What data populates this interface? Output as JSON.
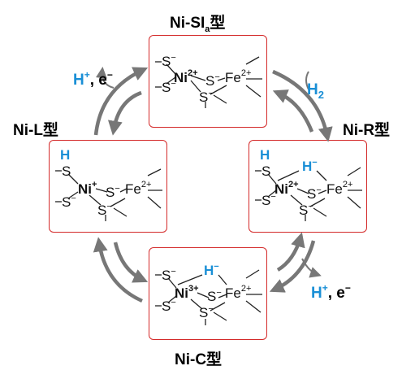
{
  "states": {
    "top": {
      "label": "Ni-SIa型",
      "label_main": "Ni-SI",
      "label_sub": "a",
      "label_end": "型",
      "ni": "Ni",
      "ni_charge": "2+",
      "fe": "Fe",
      "fe_charge": "2+"
    },
    "right": {
      "label": "Ni-R型",
      "h_top": "H",
      "hydride": "H",
      "hydride_charge": "−",
      "ni": "Ni",
      "ni_charge": "2+",
      "fe": "Fe",
      "fe_charge": "2+"
    },
    "bottom": {
      "label": "Ni-C型",
      "hydride": "H",
      "hydride_charge": "−",
      "ni": "Ni",
      "ni_charge": "3+",
      "fe": "Fe",
      "fe_charge": "2+"
    },
    "left": {
      "label": "Ni-L型",
      "h_top": "H",
      "ni": "Ni",
      "ni_charge": "+",
      "fe": "Fe",
      "fe_charge": "2+"
    }
  },
  "ligand": {
    "s": "S",
    "charge": "−"
  },
  "processes": {
    "h2_in": {
      "h": "H",
      "sub": "2"
    },
    "out_top": {
      "h": "H",
      "plus": "+",
      "sep": ", e",
      "minus": "−"
    },
    "out_bot": {
      "h": "H",
      "plus": "+",
      "sep": ", e",
      "minus": "−"
    }
  },
  "colors": {
    "box_border": "#d42a2a",
    "arrow": "#777777",
    "hydrogen": "#1a8fd6"
  }
}
